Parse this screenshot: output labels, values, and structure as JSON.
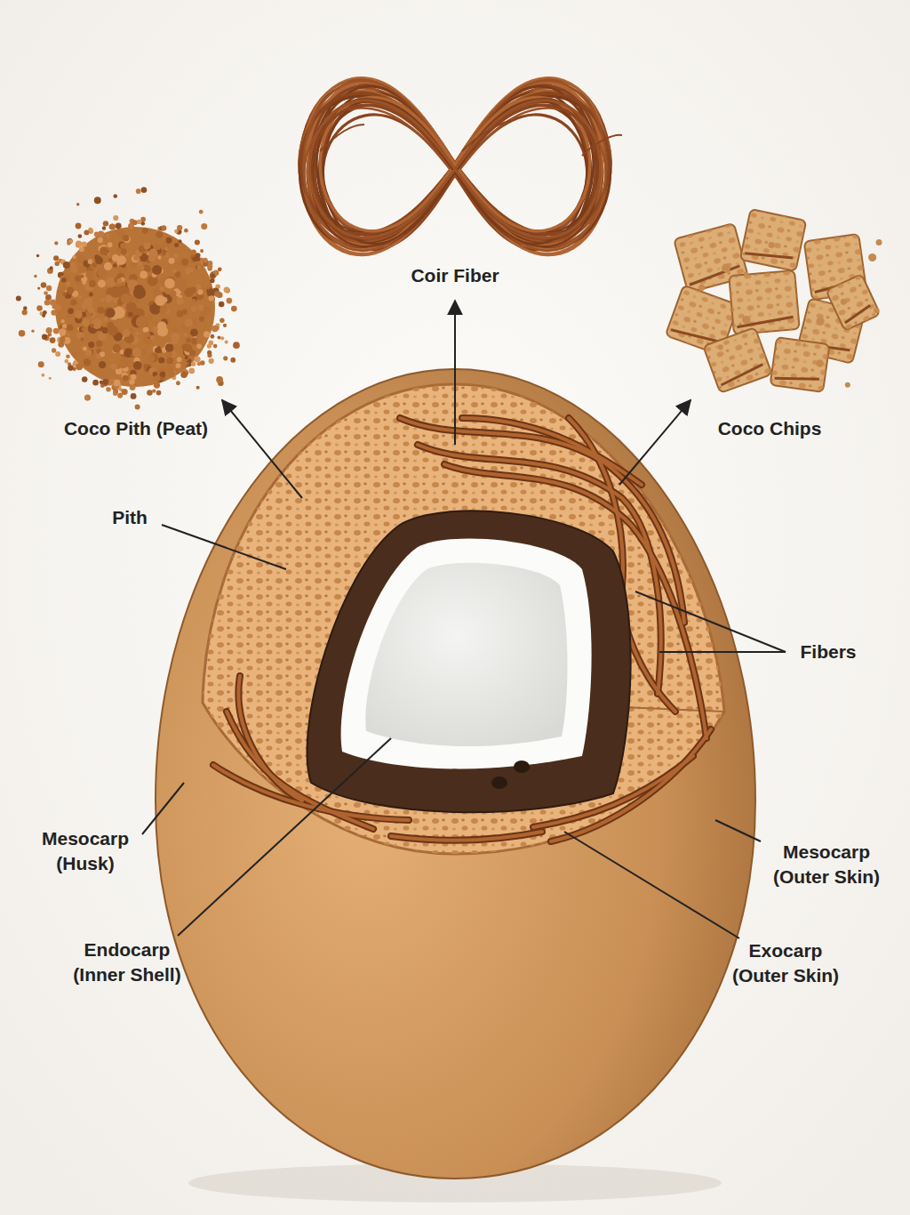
{
  "diagram": {
    "labels": [
      "Coir Fiber",
      "Coco Pith (Peat)",
      "Coco Chips",
      "Pith",
      "Fibers",
      "Mesocarp (Husk)",
      "Mesocarp (Outer Skin)",
      "Endocarp (Inner Shell)",
      "Exocarp (Outer Skin)"
    ]
  }
}
